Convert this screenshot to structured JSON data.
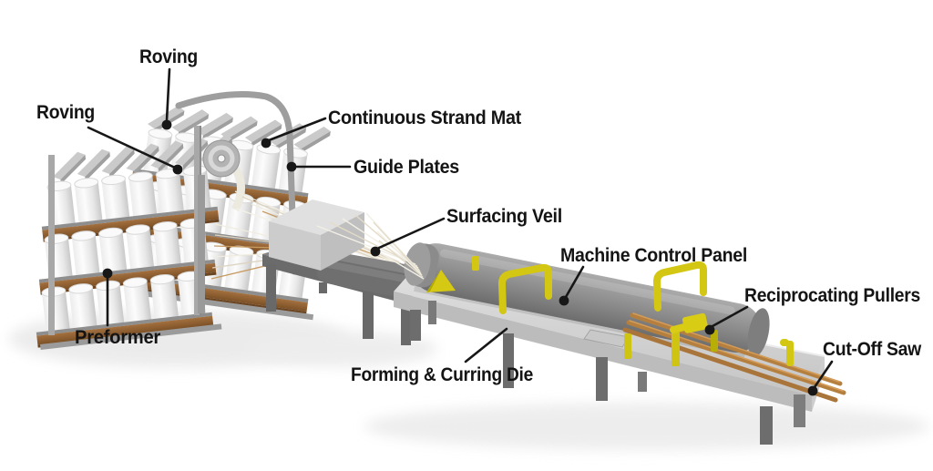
{
  "diagram": {
    "type": "pultrusion-process-diagram",
    "labels": {
      "roving_top": "Roving",
      "roving_left": "Roving",
      "continuous_strand_mat": "Continuous Strand Mat",
      "guide_plates": "Guide Plates",
      "surfacing_veil": "Surfacing Veil",
      "machine_control_panel": "Machine Control Panel",
      "reciprocating_pullers": "Reciprocating Pullers",
      "cut_off_saw": "Cut-Off Saw",
      "preformer": "Preformer",
      "forming_curring_die": "Forming & Curring Die"
    },
    "colors": {
      "background": "#ffffff",
      "label_text": "#141414",
      "leader_line": "#171717",
      "shelf_brown": "#96683c",
      "frame_gray": "#9e9e9e",
      "spool_white": "#f7f7f7",
      "machine_dark_gray": "#8c8c8c",
      "bed_light_gray": "#d2d2d2",
      "accent_yellow": "#d3c713",
      "profile_copper": "#b5803f"
    }
  }
}
